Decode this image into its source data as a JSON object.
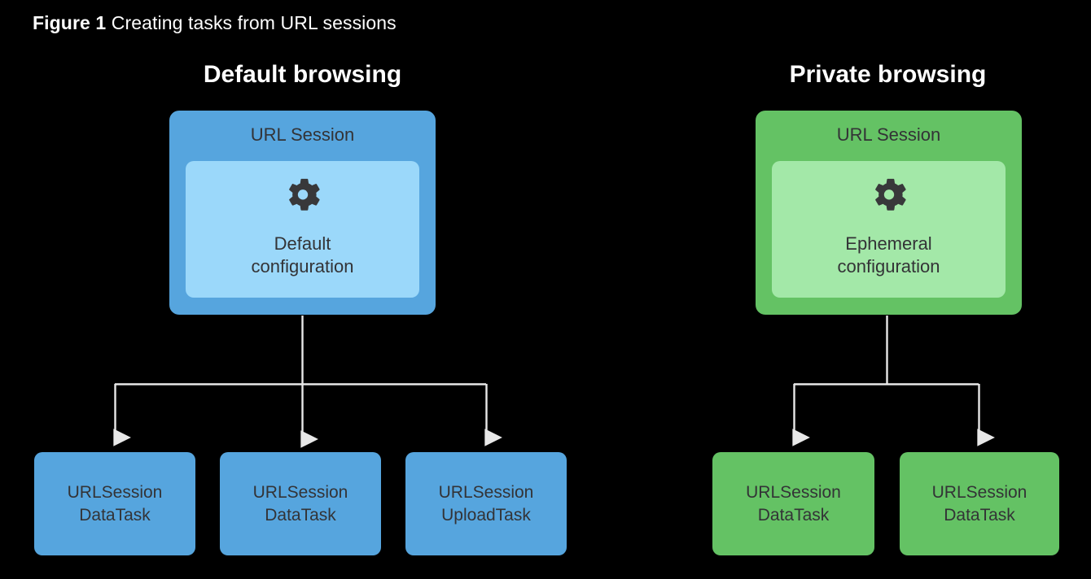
{
  "figure": {
    "caption_label": "Figure 1",
    "caption_text": " Creating tasks from URL sessions",
    "background_color": "#000000",
    "line_color": "#E8E8E8"
  },
  "columns": [
    {
      "id": "default",
      "heading": "Default browsing",
      "card": {
        "title": "URL Session",
        "icon": "gear-icon",
        "config_label": "Default\nconfiguration",
        "outer_color": "#56A5DE",
        "inner_color": "#9BD8FA",
        "text_color": "#333336"
      },
      "tasks": [
        {
          "label": "URLSession\nDataTask",
          "color": "#56A5DE"
        },
        {
          "label": "URLSession\nDataTask",
          "color": "#56A5DE"
        },
        {
          "label": "URLSession\nUploadTask",
          "color": "#56A5DE"
        }
      ]
    },
    {
      "id": "private",
      "heading": "Private browsing",
      "card": {
        "title": "URL Session",
        "icon": "gear-icon",
        "config_label": "Ephemeral\nconfiguration",
        "outer_color": "#64C264",
        "inner_color": "#A3E8A8",
        "text_color": "#333336"
      },
      "tasks": [
        {
          "label": "URLSession\nDataTask",
          "color": "#64C264"
        },
        {
          "label": "URLSession\nDataTask",
          "color": "#64C264"
        }
      ]
    }
  ]
}
